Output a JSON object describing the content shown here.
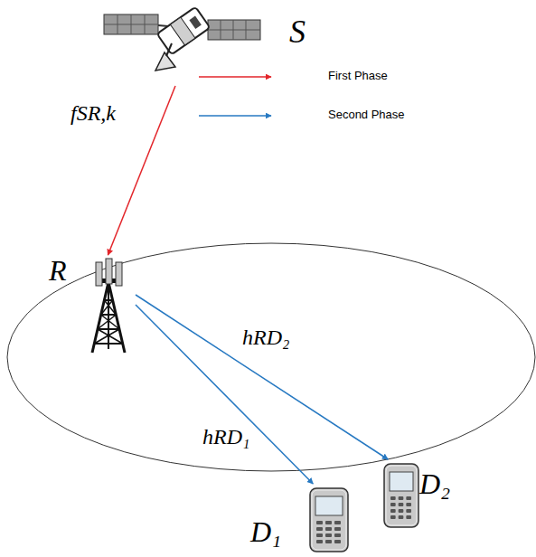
{
  "diagram": {
    "nodes": [
      {
        "text": [
          "S"
        ]
      },
      {
        "text": [
          "R"
        ]
      },
      {
        "text": [
          "D₁"
        ]
      },
      {
        "text": [
          "D₂"
        ]
      }
    ],
    "edges": [
      {
        "from": 0,
        "to": 1,
        "arrow": "to",
        "label": "fSR,k"
      },
      {
        "from": 1,
        "to": 2,
        "arrow": "to",
        "label": "hRD₁"
      },
      {
        "from": 1,
        "to": 3,
        "arrow": "to",
        "label": "hRD₂"
      }
    ],
    "legend": [
      {
        "text": "First Phase"
      },
      {
        "text": "Second Phase"
      }
    ]
  }
}
